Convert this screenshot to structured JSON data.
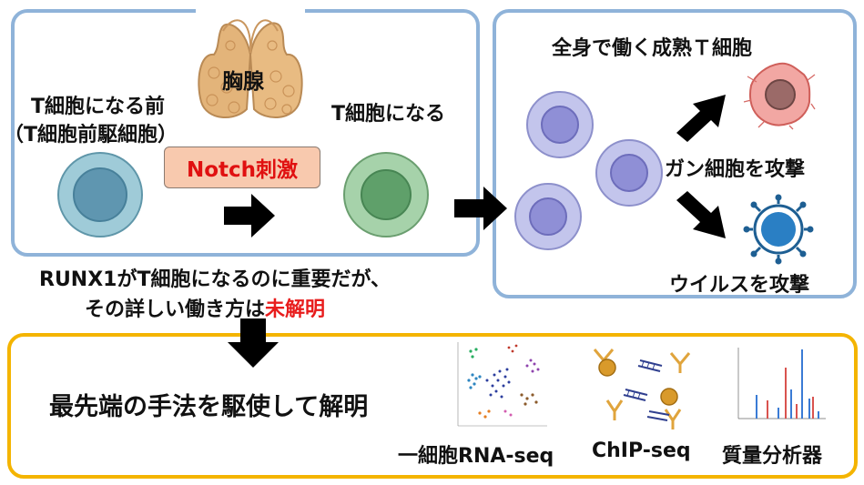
{
  "left_panel": {
    "thymus_label": "胸腺",
    "pre_t_title": "T細胞になる前",
    "pre_t_subtitle": "（T細胞前駆細胞）",
    "notch_label": "Notch刺激",
    "t_cell_label": "T細胞になる"
  },
  "right_panel": {
    "title": "全身で働く成熟Ｔ細胞",
    "cancer_label": "ガン細胞を攻撃",
    "virus_label": "ウイルスを攻撃"
  },
  "middle_text": {
    "line1": "RUNX1がT細胞になるのに重要だが、",
    "line2_prefix": "その詳しい働き方は",
    "line2_highlight": "未解明"
  },
  "bottom_panel": {
    "main_text": "最先端の手法を駆使して解明",
    "methods": [
      "一細胞RNA-seq",
      "ChIP-seq",
      "質量分析器"
    ]
  },
  "colors": {
    "left_border": "#8fb3d9",
    "bottom_border": "#f4b400",
    "highlight_red": "#e81c1c",
    "notch_box_fill": "#f8c9ae"
  }
}
